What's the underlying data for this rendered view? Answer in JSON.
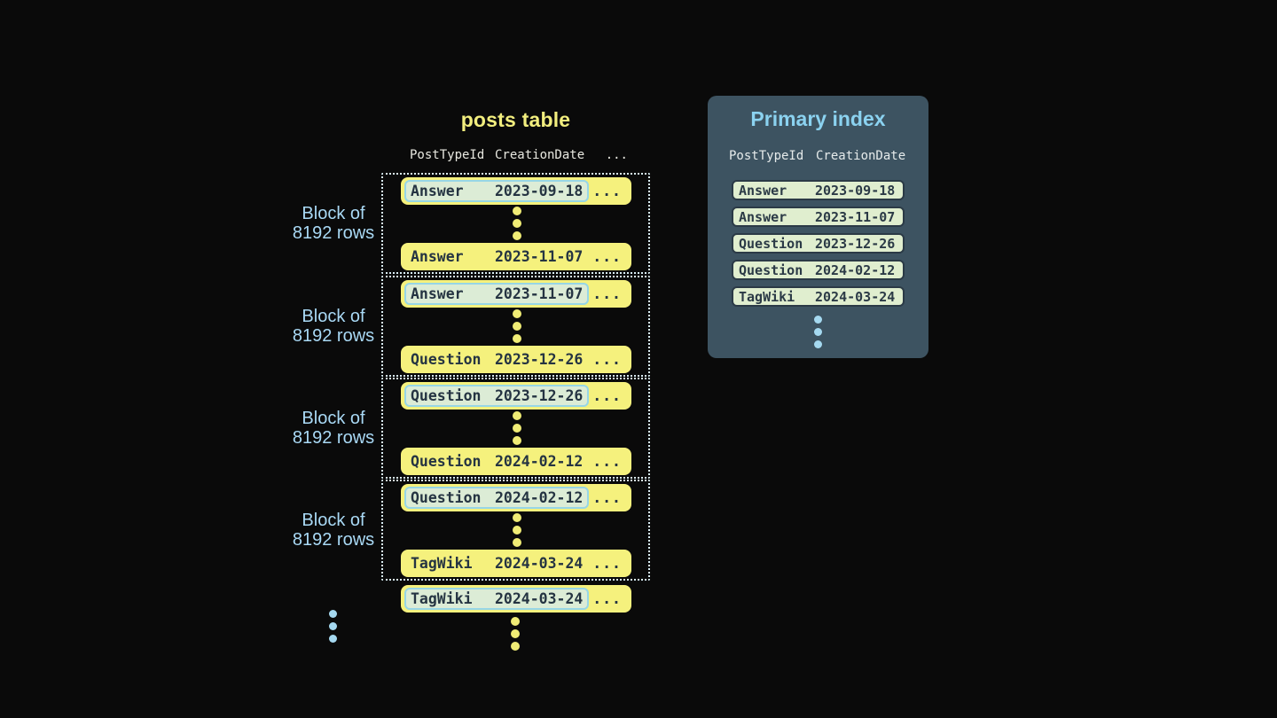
{
  "colors": {
    "background": "#0a0a0a",
    "row_yellow": "#f5f17d",
    "row_text": "#253442",
    "highlight_bg": "#dcecd6",
    "highlight_border": "#97d6e6",
    "block_border": "#d9edf4",
    "label_blue": "#a9d9f5",
    "panel_bg": "#3d5361",
    "panel_title_blue": "#8bd2f0",
    "index_row_bg": "#e0eecf",
    "index_row_border": "#2b3a46",
    "title_yellow": "#f2ee7e",
    "header_text": "#e8e8e0"
  },
  "posts_table": {
    "title": "posts table",
    "headers": {
      "col1": "PostTypeId",
      "col2": "CreationDate",
      "col3": "..."
    },
    "block_label_line1": "Block of",
    "block_label_line2": "8192 rows",
    "ellipsis": "...",
    "blocks": [
      {
        "first": {
          "type": "Answer",
          "date": "2023-09-18"
        },
        "last": {
          "type": "Answer",
          "date": "2023-11-07"
        }
      },
      {
        "first": {
          "type": "Answer",
          "date": "2023-11-07"
        },
        "last": {
          "type": "Question",
          "date": "2023-12-26"
        }
      },
      {
        "first": {
          "type": "Question",
          "date": "2023-12-26"
        },
        "last": {
          "type": "Question",
          "date": "2024-02-12"
        }
      },
      {
        "first": {
          "type": "Question",
          "date": "2024-02-12"
        },
        "last": {
          "type": "TagWiki",
          "date": "2024-03-24"
        }
      }
    ],
    "overflow_row": {
      "type": "TagWiki",
      "date": "2024-03-24"
    }
  },
  "primary_index": {
    "title": "Primary index",
    "headers": {
      "col1": "PostTypeId",
      "col2": "CreationDate"
    },
    "rows": [
      {
        "type": "Answer",
        "date": "2023-09-18"
      },
      {
        "type": "Answer",
        "date": "2023-11-07"
      },
      {
        "type": "Question",
        "date": "2023-12-26"
      },
      {
        "type": "Question",
        "date": "2024-02-12"
      },
      {
        "type": "TagWiki",
        "date": "2024-03-24"
      }
    ]
  }
}
